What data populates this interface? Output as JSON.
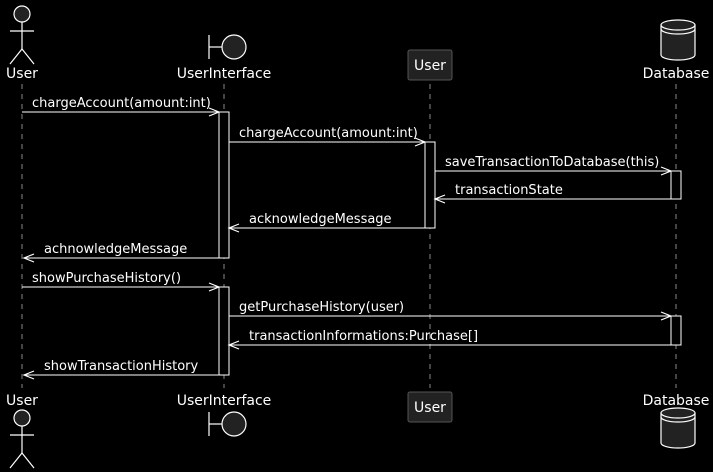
{
  "diagram": {
    "type": "sequence",
    "colors": {
      "background": "#000000",
      "line": "#ffffff",
      "lifeline": "#888888",
      "shape_fill": "#222222",
      "text": "#ffffff"
    },
    "participants": [
      {
        "id": "user_actor",
        "label": "User",
        "kind": "actor",
        "icon": "actor-stick-figure-icon"
      },
      {
        "id": "ui",
        "label": "UserInterface",
        "kind": "boundary",
        "icon": "boundary-icon"
      },
      {
        "id": "user_obj",
        "label": "User",
        "kind": "participant",
        "icon": "participant-box"
      },
      {
        "id": "db",
        "label": "Database",
        "kind": "database",
        "icon": "database-cylinder-icon"
      }
    ],
    "messages": [
      {
        "from": "user_actor",
        "to": "ui",
        "label": "chargeAccount(amount:int)",
        "kind": "call"
      },
      {
        "from": "ui",
        "to": "user_obj",
        "label": "chargeAccount(amount:int)",
        "kind": "call"
      },
      {
        "from": "user_obj",
        "to": "db",
        "label": "saveTransactionToDatabase(this)",
        "kind": "call"
      },
      {
        "from": "db",
        "to": "user_obj",
        "label": "transactionState",
        "kind": "return"
      },
      {
        "from": "user_obj",
        "to": "ui",
        "label": "acknowledgeMessage",
        "kind": "return"
      },
      {
        "from": "ui",
        "to": "user_actor",
        "label": "achnowledgeMessage",
        "kind": "return"
      },
      {
        "from": "user_actor",
        "to": "ui",
        "label": "showPurchaseHistory()",
        "kind": "call"
      },
      {
        "from": "ui",
        "to": "db",
        "label": "getPurchaseHistory(user)",
        "kind": "call"
      },
      {
        "from": "db",
        "to": "ui",
        "label": "transactionInformations:Purchase[]",
        "kind": "return"
      },
      {
        "from": "ui",
        "to": "user_actor",
        "label": "showTransactionHistory",
        "kind": "return"
      }
    ],
    "activations": [
      {
        "participant": "ui",
        "from_message": 0,
        "to_message": 5
      },
      {
        "participant": "user_obj",
        "from_message": 1,
        "to_message": 4
      },
      {
        "participant": "db",
        "from_message": 2,
        "to_message": 3
      },
      {
        "participant": "ui",
        "from_message": 6,
        "to_message": 9
      },
      {
        "participant": "db",
        "from_message": 7,
        "to_message": 8
      }
    ]
  }
}
